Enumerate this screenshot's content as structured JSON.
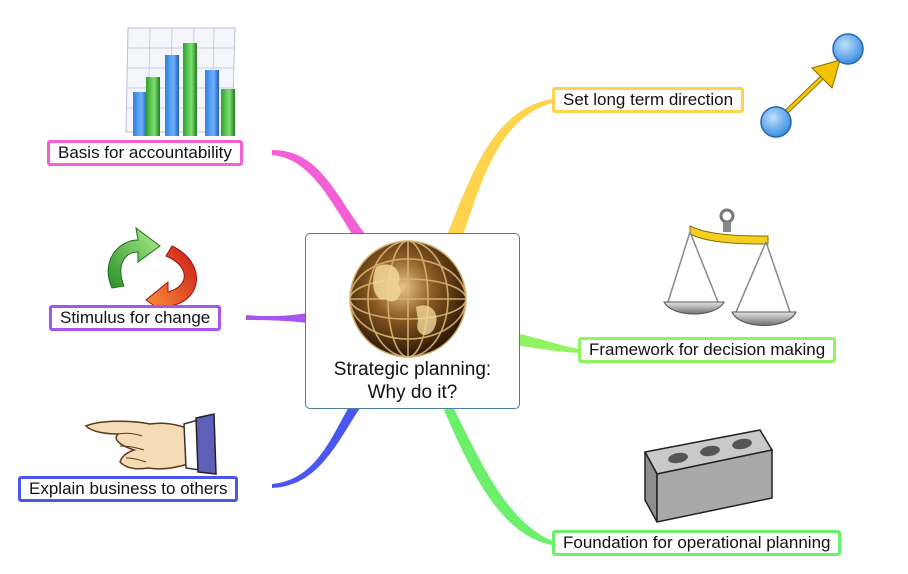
{
  "central": {
    "line1": "Strategic planning:",
    "line2": "Why do it?",
    "icon": "globe-icon"
  },
  "branches": [
    {
      "label": "Set long term direction",
      "color": "#ffd34e",
      "icon": "direction-arrow-icon"
    },
    {
      "label": "Framework for decision making",
      "color": "#8ef561",
      "icon": "balance-scale-icon"
    },
    {
      "label": "Foundation for operational planning",
      "color": "#6cf06c",
      "icon": "cinder-block-icon"
    },
    {
      "label": "Basis for accountability",
      "color": "#f55fd6",
      "icon": "bar-chart-icon"
    },
    {
      "label": "Stimulus for change",
      "color": "#a855f0",
      "icon": "cycle-arrows-icon"
    },
    {
      "label": "Explain business to others",
      "color": "#4b55f0",
      "icon": "pointing-hand-icon"
    }
  ]
}
